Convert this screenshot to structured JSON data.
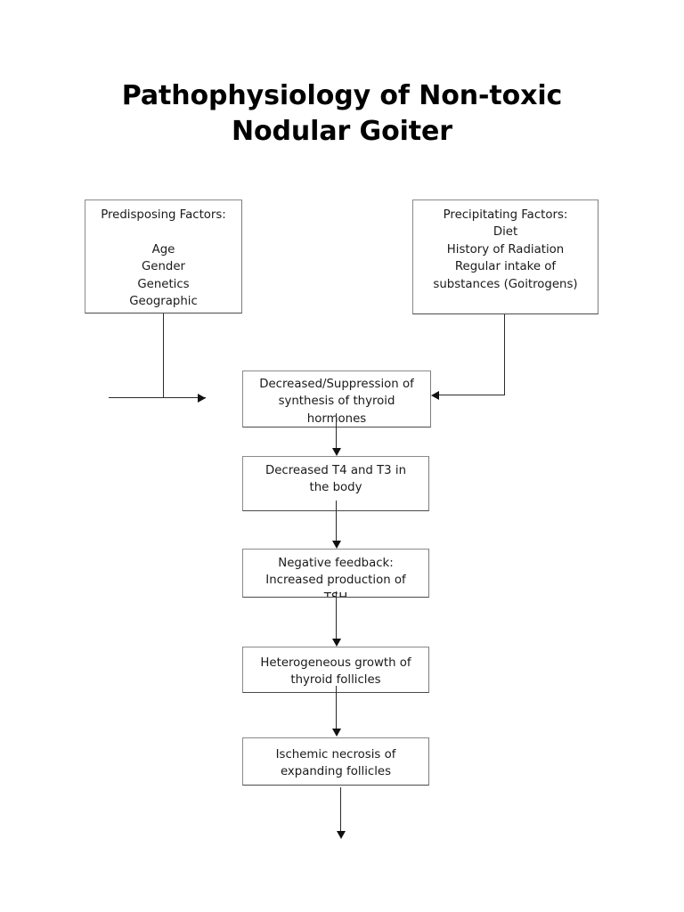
{
  "title": {
    "line1": "Pathophysiology of Non-toxic",
    "line2": "Nodular Goiter"
  },
  "diagram": {
    "type": "flowchart",
    "orientation": "top-to-bottom",
    "nodes": {
      "predisposing": {
        "heading": "Predisposing Factors:",
        "items": [
          "Age",
          "Gender",
          "Genetics",
          "Geographic"
        ]
      },
      "precipitating": {
        "heading": "Precipitating Factors:",
        "items": [
          "Diet",
          "History of Radiation",
          "Regular intake of",
          "substances (Goitrogens)"
        ]
      },
      "decreased_synthesis": {
        "line1": "Decreased/Suppression of",
        "line2": "synthesis of thyroid",
        "line3": "hormones"
      },
      "decreased_t4t3": {
        "line1": "Decreased T4 and T3 in",
        "line2": "the body"
      },
      "negative_feedback": {
        "line1": "Negative feedback:",
        "line2": "Increased production of",
        "line3": "TSH"
      },
      "heterogeneous_growth": {
        "line1": "Heterogeneous growth of",
        "line2": "thyroid follicles"
      },
      "ischemic_necrosis": {
        "line1": "Ischemic necrosis of",
        "line2": "expanding follicles"
      }
    },
    "edges": [
      {
        "from": "predisposing",
        "to": "decreased_synthesis",
        "style": "elbow-right-arrow"
      },
      {
        "from": "precipitating",
        "to": "decreased_synthesis",
        "style": "elbow-left-arrow"
      },
      {
        "from": "decreased_synthesis",
        "to": "decreased_t4t3",
        "style": "down-arrow"
      },
      {
        "from": "decreased_t4t3",
        "to": "negative_feedback",
        "style": "down-arrow"
      },
      {
        "from": "negative_feedback",
        "to": "heterogeneous_growth",
        "style": "down-arrow"
      },
      {
        "from": "heterogeneous_growth",
        "to": "ischemic_necrosis",
        "style": "down-arrow"
      },
      {
        "from": "ischemic_necrosis",
        "to": null,
        "style": "down-arrow-dangling"
      }
    ],
    "colors": {
      "background": "#ffffff",
      "box_border": "#8a8a8a",
      "connector": "#2b2b2b",
      "text": "#1a1a1a",
      "title_text": "#000000"
    }
  }
}
